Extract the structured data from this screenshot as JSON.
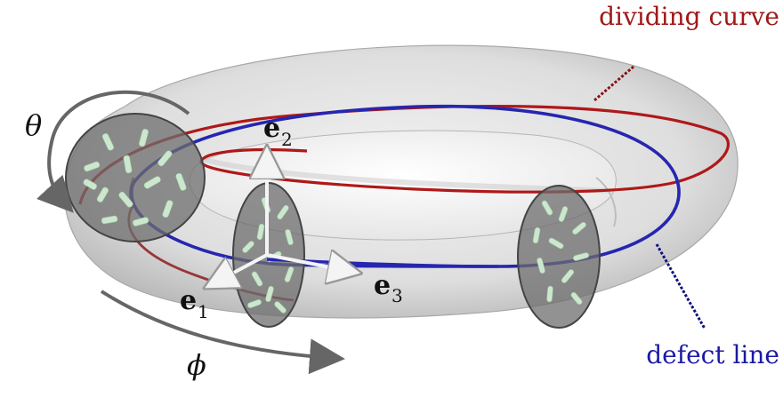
{
  "labels": {
    "dividing_curve": "dividing curve",
    "defect_line": "defect line",
    "theta": "θ",
    "phi": "ϕ",
    "e1": "e",
    "e1_sub": "1",
    "e2": "e",
    "e2_sub": "2",
    "e3": "e",
    "e3_sub": "3"
  },
  "colors": {
    "dividing_curve": "#b01818",
    "defect_line": "#1a1aa6",
    "torus": "#d9d9d9",
    "cross_section": "#7a7a7a",
    "rods": "#c9e6cc",
    "arrows": "#666666"
  }
}
